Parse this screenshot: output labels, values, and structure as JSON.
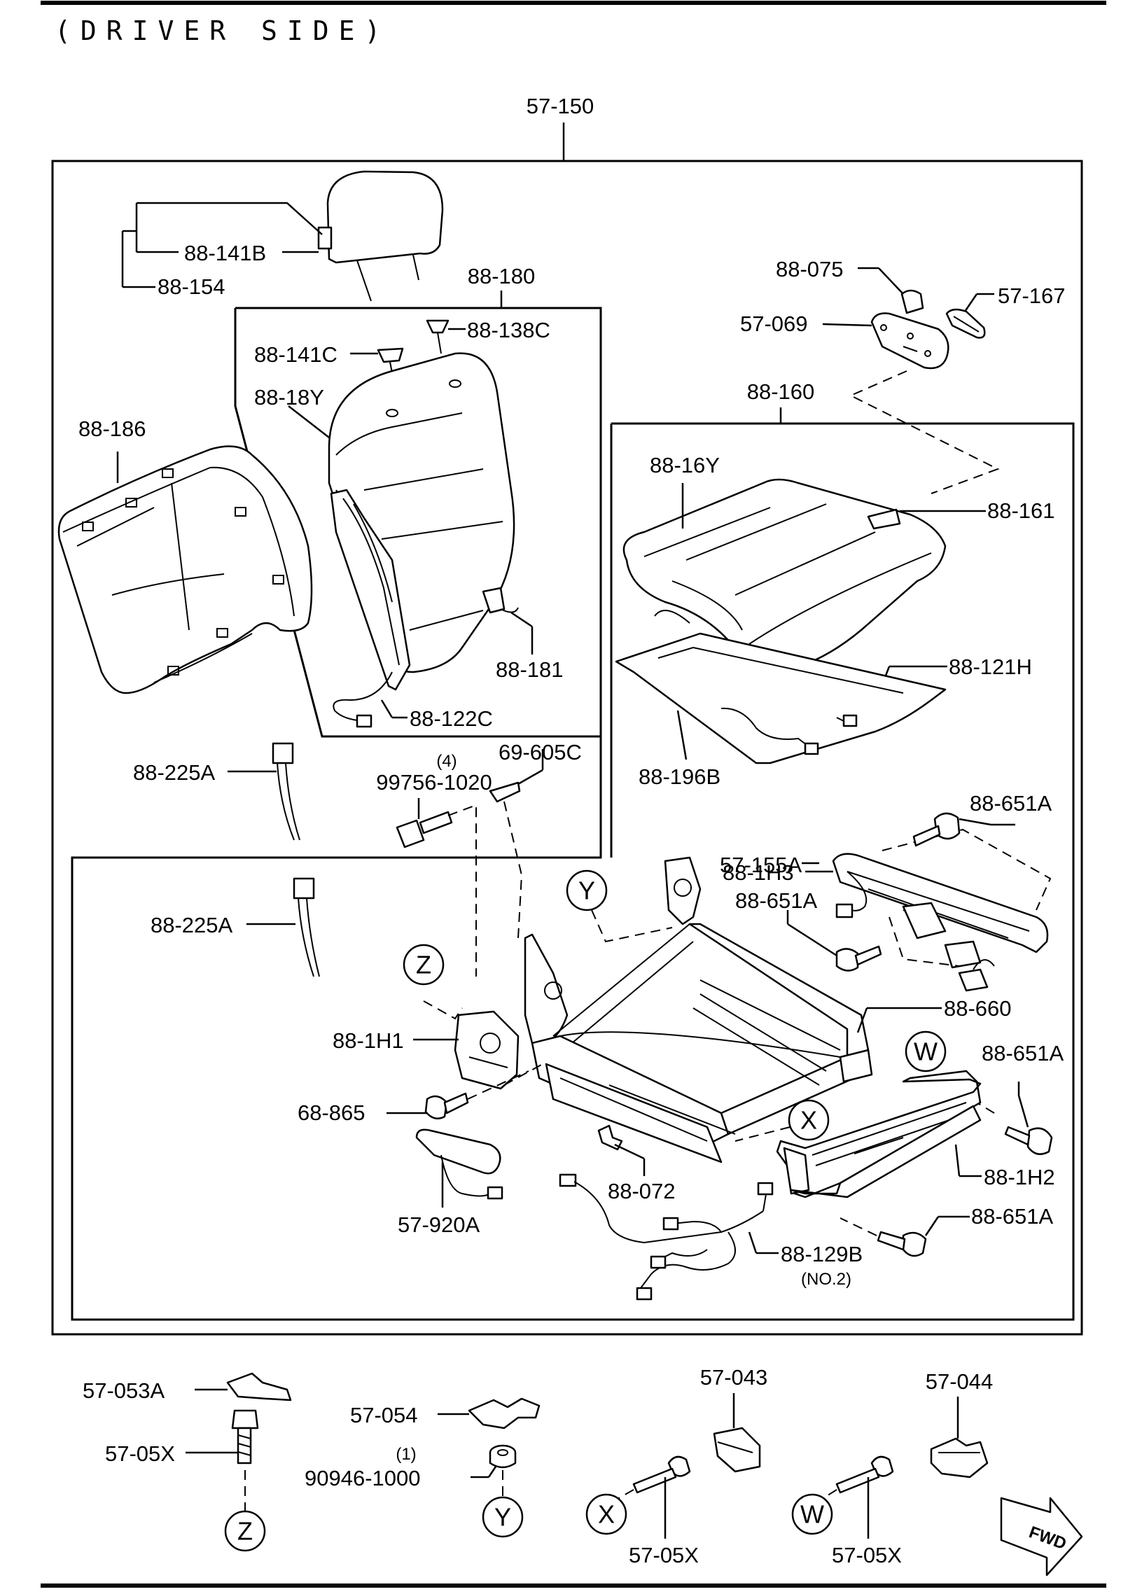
{
  "diagram": {
    "title": "(DRIVER SIDE)",
    "assembly_label": "57-150",
    "headrest": {
      "labels": [
        "88-141B",
        "88-154"
      ]
    },
    "seatback": {
      "box_label": "88-180",
      "labels": [
        "88-138C",
        "88-141C",
        "88-18Y",
        "88-186",
        "88-181",
        "88-122C"
      ]
    },
    "cushion": {
      "box_label": "88-160",
      "labels": [
        "88-075",
        "57-167",
        "57-069",
        "88-16Y",
        "88-161",
        "88-121H",
        "88-196B"
      ]
    },
    "frame": {
      "labels": [
        "88-225A",
        "99756-1020",
        "69-605C",
        "88-1H3",
        "88-651A",
        "57-155A",
        "88-225A",
        "88-651A",
        "88-1H1",
        "88-660",
        "88-651A",
        "68-865",
        "88-072",
        "88-1H2",
        "88-651A",
        "57-920A",
        "88-129B"
      ],
      "qty_99756": "(4)",
      "no2": "(NO.2)"
    },
    "callouts": [
      "Y",
      "Z",
      "W",
      "X"
    ],
    "bottom_parts": {
      "labels": [
        "57-053A",
        "57-05X",
        "57-054",
        "90946-1000",
        "57-043",
        "57-044",
        "57-05X",
        "57-05X"
      ],
      "qty_90946": "(1)",
      "callouts": [
        "Z",
        "Y",
        "X",
        "W"
      ]
    },
    "fwd_label": "FWD"
  }
}
